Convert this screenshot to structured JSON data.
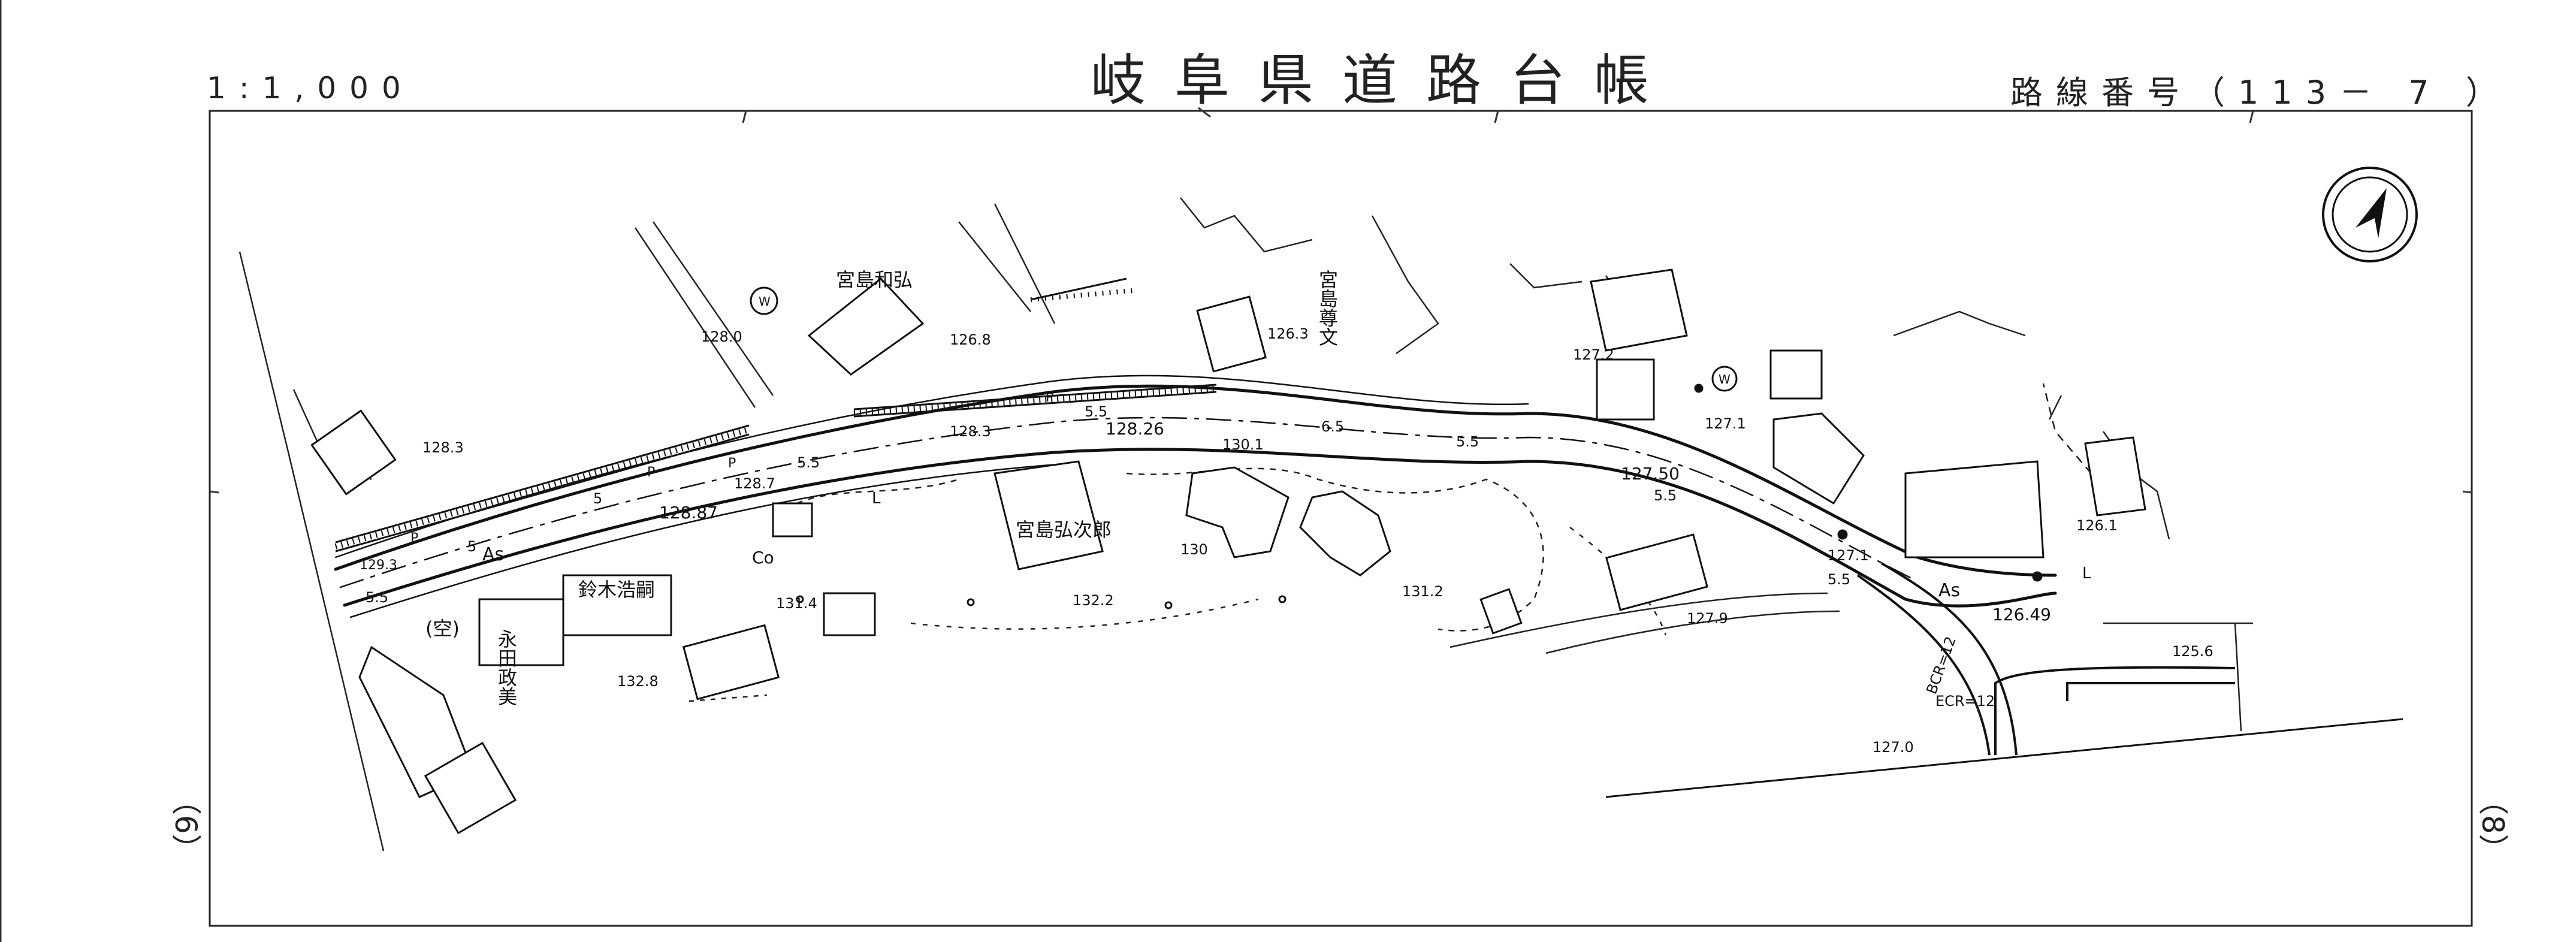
{
  "header": {
    "title": "岐阜県道路台帳",
    "scale": "1:1,000",
    "route_number": "路線番号（113－ 7 ）"
  },
  "sheet_links": {
    "left": "（6）",
    "right": "（8）"
  },
  "owners": [
    {
      "name": "宮島和弘"
    },
    {
      "name": "宮島尊文"
    },
    {
      "name": "宮島弘次郎"
    },
    {
      "name": "鈴木浩嗣"
    },
    {
      "name": "永田政美"
    },
    {
      "name": "(空)"
    }
  ],
  "elevations": [
    "128.3",
    "128.0",
    "126.8",
    "126.3",
    "127.2",
    "127.1",
    "128.3",
    "128.26",
    "130.1",
    "127.50",
    "128.7",
    "128.87",
    "129.3",
    "130",
    "131.2",
    "132.2",
    "131.4",
    "132.8",
    "127.9",
    "127.1",
    "126.49",
    "126.1",
    "125.6",
    "127.0"
  ],
  "road_labels": {
    "surface": "As",
    "surface_2": "As",
    "widths": [
      "5.5",
      "5.5",
      "5",
      "5",
      "6.5",
      "5.5",
      "5.5",
      "5.5",
      "5.5"
    ],
    "curve_bc": "BCR=12",
    "curve_ec": "ECR=12",
    "p_marks": [
      "P",
      "P",
      "P",
      "P"
    ],
    "curve_marks": [
      "L",
      "L"
    ]
  },
  "symbols": {
    "well_label": "W",
    "conc_label": "Co",
    "north_arrow": "north-arrow-icon"
  }
}
